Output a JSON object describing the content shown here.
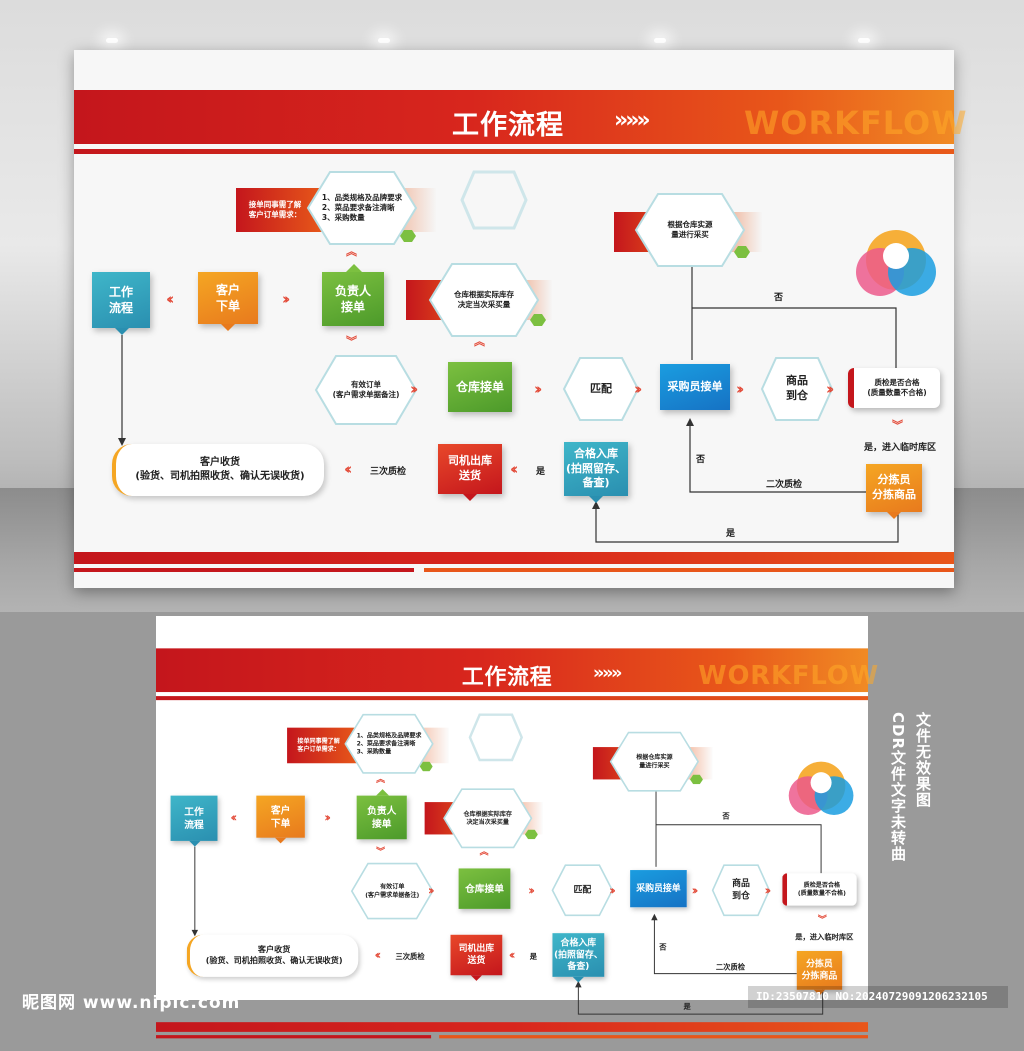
{
  "header": {
    "title": "工作流程",
    "chevrons": "»»»",
    "subtitle": "WORKFLOW"
  },
  "nodes": {
    "start": "工作\n流程",
    "customer_order": "客户\n下单",
    "responsible": "负责人\n接单",
    "warehouse_receive": "仓库接单",
    "match": "匹配",
    "buyer_receive": "采购员接单",
    "goods_to_warehouse": "商品\n到仓",
    "qc_check": "质检是否合格\n(质量数量不合格)",
    "sorter": "分拣员\n分拣商品",
    "qualified_in": "合格入库\n(拍照留存、\n备查)",
    "driver_out": "司机出库\n送货",
    "customer_receive": "客户收货\n(验货、司机拍照收货、确认无误收货)"
  },
  "notes": {
    "order_need_label": "接单同事需了解\n客户订单需求：",
    "order_need_items": "1、品类规格及品牌要求\n2、菜品要求备注清晰\n3、采购数量",
    "warehouse_decide": "仓库根据实际库存\n决定当次采买量",
    "buy_by_stock": "根据仓库实源\n量进行采买",
    "valid_order": "有效订单\n(客户需求单据备注)"
  },
  "labels": {
    "no_top": "否",
    "no_left": "否",
    "yes_temp": "是，进入临时库区",
    "second_qc": "二次质检",
    "yes_bottom": "是",
    "yes_mid": "是",
    "third_qc": "三次质检"
  },
  "side_note": {
    "line1": "文件无效果图",
    "line2": "CDR文件文字未转曲"
  },
  "watermark": {
    "brand": "昵图网 www.nipic.com",
    "id": "ID:23507810 NO:20240729091206232105"
  },
  "colors": {
    "red": "#c4161c",
    "orange": "#e8561a",
    "teal": "#2a8fb0",
    "green": "#4c9a2a",
    "blue": "#1672c4"
  }
}
